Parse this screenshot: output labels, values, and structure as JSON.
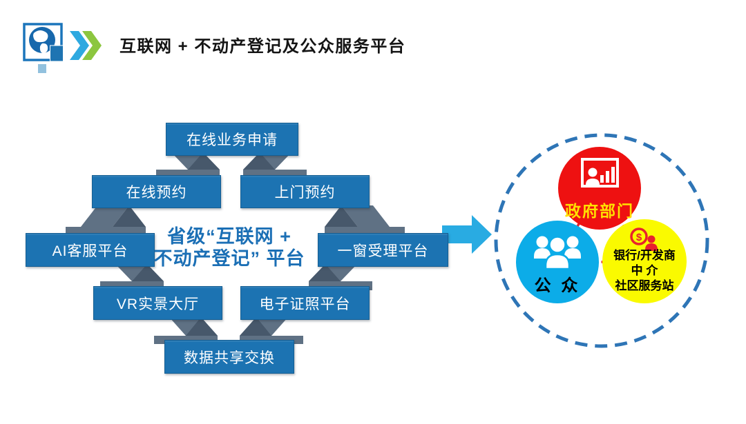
{
  "header": {
    "title": "互联网 + 不动产登记及公众服务平台",
    "logo": {
      "icon": "globe-icon",
      "square_color": "#1B75BB",
      "chevron1_color": "#2EA9E0",
      "chevron2_color": "#8CC63F"
    }
  },
  "diagram": {
    "center": {
      "line1": "省级“互联网 +",
      "line2": "不动产登记” 平台"
    },
    "nodes": [
      {
        "id": "online-application",
        "label": "在线业务申请"
      },
      {
        "id": "online-booking",
        "label": "在线预约"
      },
      {
        "id": "onsite-booking",
        "label": "上门预约"
      },
      {
        "id": "ai-service",
        "label": "AI客服平台"
      },
      {
        "id": "one-window",
        "label": "一窗受理平台"
      },
      {
        "id": "vr-hall",
        "label": "VR实景大厅"
      },
      {
        "id": "e-license",
        "label": "电子证照平台"
      },
      {
        "id": "data-exchange",
        "label": "数据共享交换"
      }
    ],
    "colors": {
      "node_fill": "#1C73B2",
      "ribbon": "#5F7184",
      "ribbon_fold": "#47586B",
      "center_text": "#1B6FB5"
    }
  },
  "arrow": {
    "color": "#29ABE2"
  },
  "ecosystem": {
    "ring_color": "#2E75B6",
    "triangle_color": "#E8222D",
    "groups": [
      {
        "id": "government",
        "label": "政府部门",
        "color": "#EE1111",
        "text_color": "#FFE100",
        "icon": "presentation-chart-icon"
      },
      {
        "id": "public",
        "label": "公 众",
        "color": "#0CACE8",
        "text_color": "#000000",
        "icon": "people-group-icon"
      },
      {
        "id": "partners",
        "line1": "银行/开发商",
        "line2": "中  介",
        "line3": "社区服务站",
        "color": "#FAFA00",
        "text_color": "#000000",
        "icon": "money-person-icon"
      }
    ]
  }
}
